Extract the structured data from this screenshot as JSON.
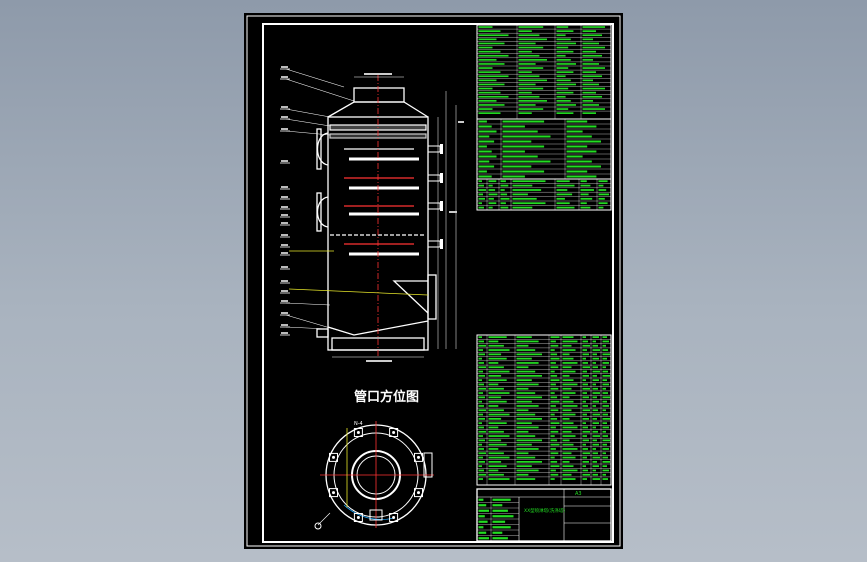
{
  "viewer": {
    "background_top": "#8e9aaa",
    "background_bottom": "#b6bec8"
  },
  "drawing": {
    "sheet_color": "#000000",
    "frame_color": "#ffffff",
    "table_text_color": "#22dd22",
    "highlight_color": "#ff3333",
    "yellow_line_color": "#e6e62a",
    "orientation_title": "管口方位图",
    "orientation_tag": "N-4",
    "title_block_name": "XX型喷淋塔(洗涤塔)",
    "title_block_mark": "A3",
    "tables": [
      "technical-specs",
      "design-data",
      "nozzle-table",
      "parts-list",
      "title-block"
    ]
  }
}
